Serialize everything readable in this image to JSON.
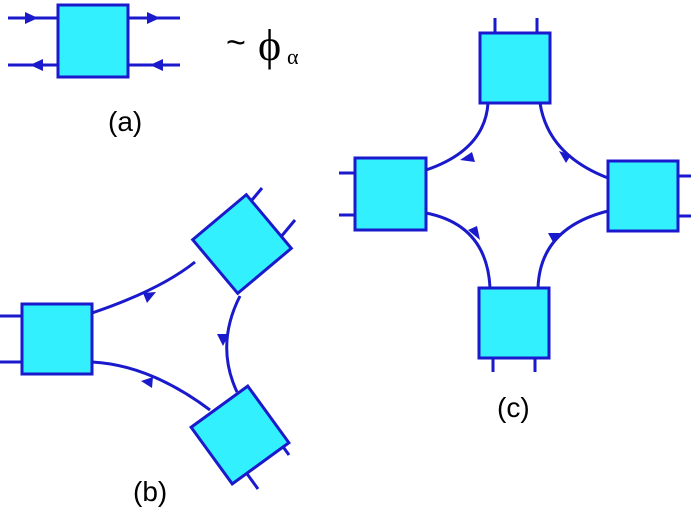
{
  "colors": {
    "box_fill": "#33f0ff",
    "line": "#1a1acc",
    "text": "#000000"
  },
  "panel_a": {
    "label": "(a)",
    "tilde": "~",
    "symbol": "ϕ",
    "subscript": "α"
  },
  "panel_b": {
    "label": "(b)"
  },
  "panel_c": {
    "label": "(c)"
  }
}
